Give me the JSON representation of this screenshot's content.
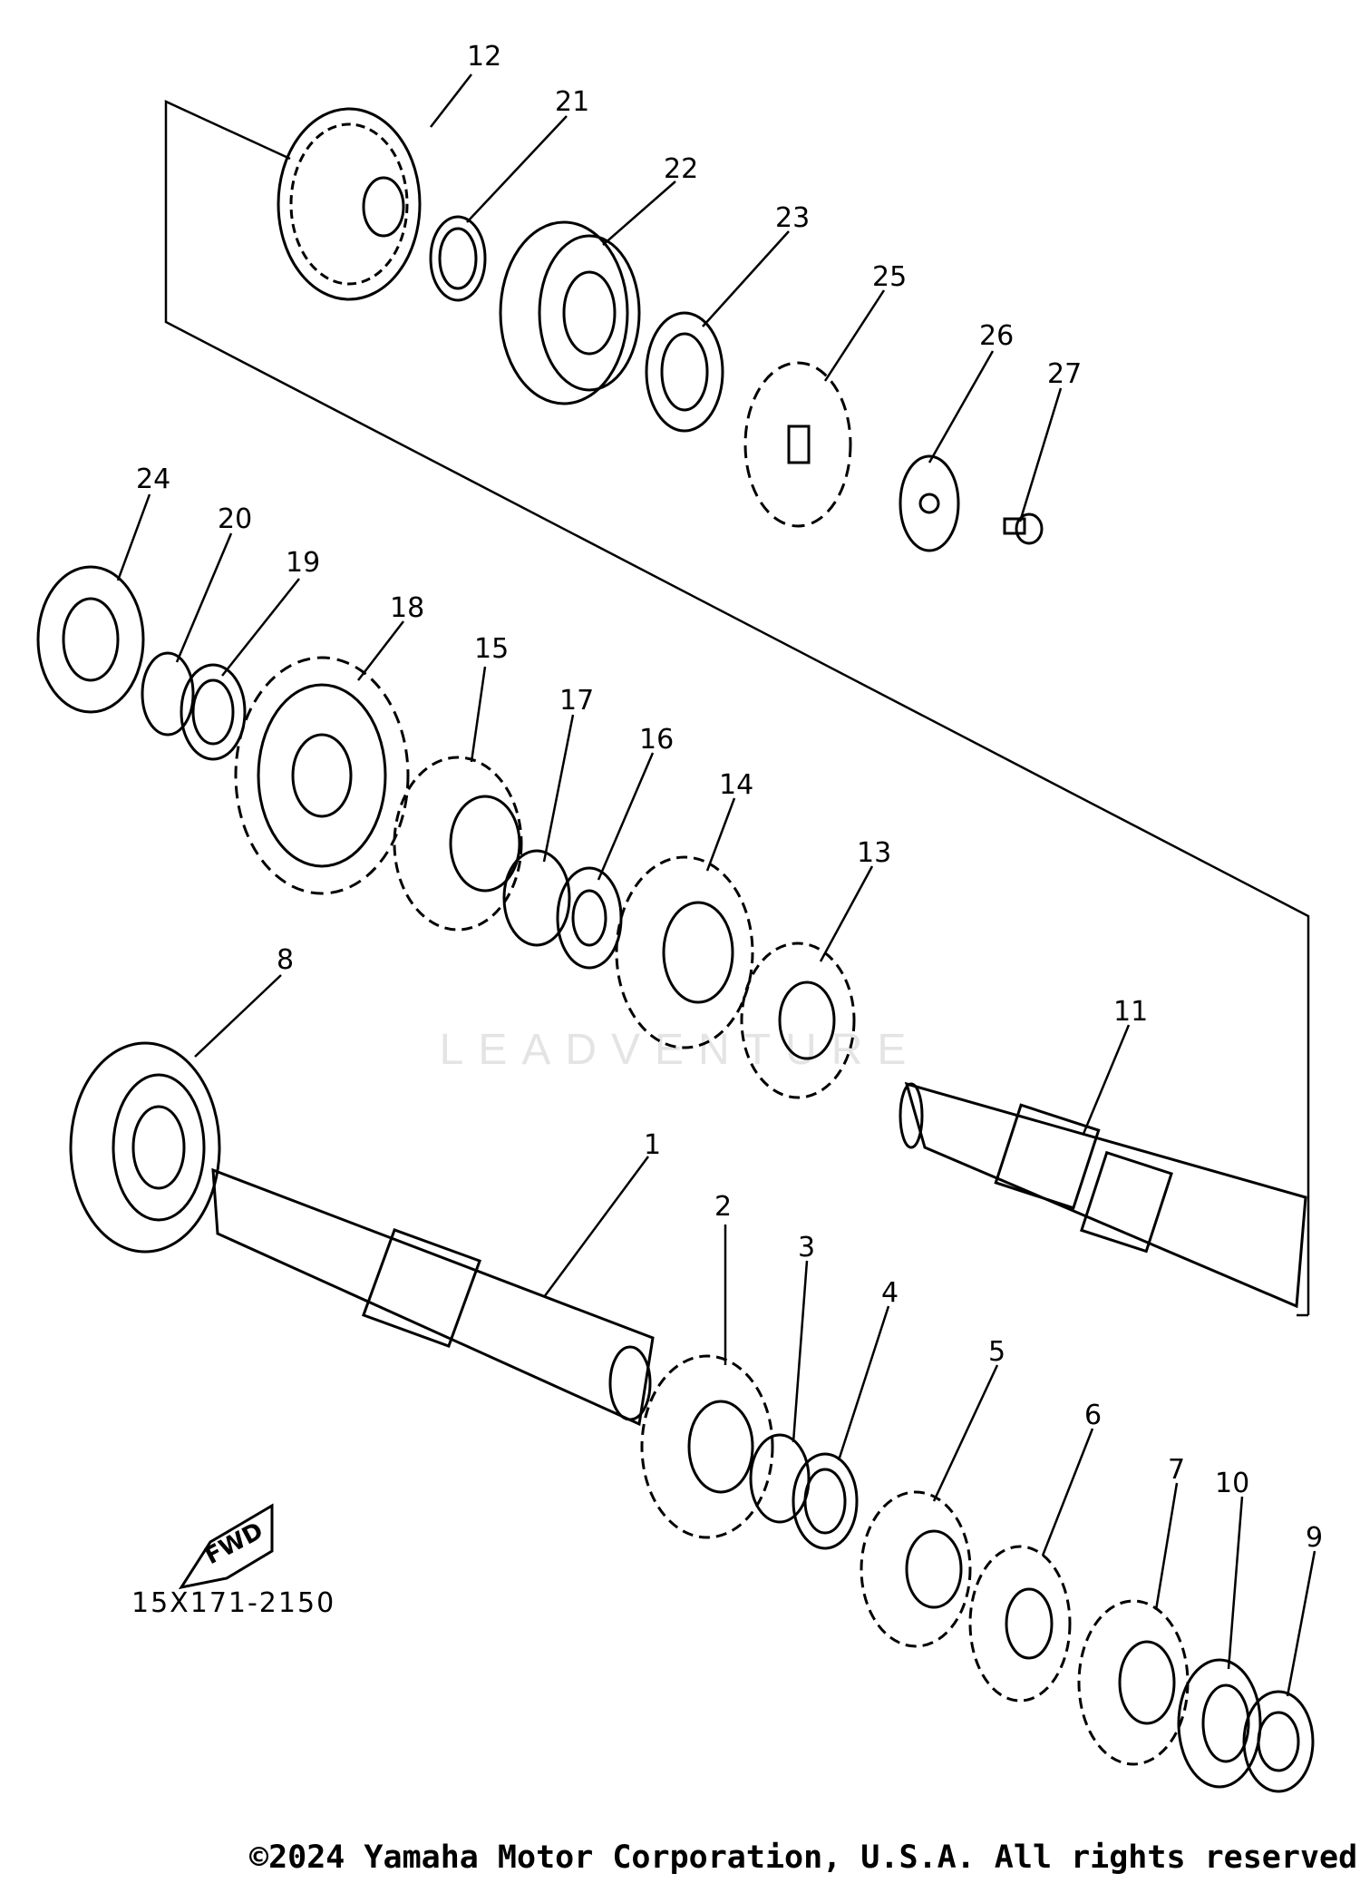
{
  "diagram": {
    "drawing_code": "15X171-2150",
    "fwd_label": "FWD",
    "watermark": "LEADVENTURE",
    "copyright": "©2024 Yamaha Motor Corporation, U.S.A. All rights reserved.",
    "callouts": [
      "1",
      "2",
      "3",
      "4",
      "5",
      "6",
      "7",
      "8",
      "9",
      "10",
      "11",
      "12",
      "13",
      "14",
      "15",
      "16",
      "17",
      "18",
      "19",
      "20",
      "21",
      "22",
      "23",
      "24",
      "25",
      "26",
      "27"
    ]
  }
}
